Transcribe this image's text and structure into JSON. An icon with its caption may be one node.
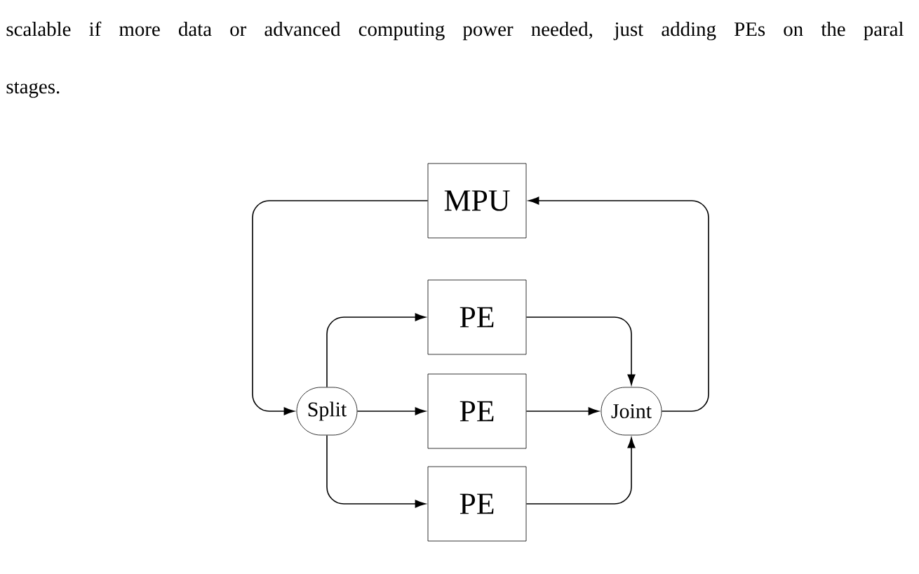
{
  "diagram": {
    "nodes": [
      {
        "text": [
          "MPU"
        ]
      },
      {
        "text": [
          "PE"
        ]
      },
      {
        "text": [
          "Split"
        ]
      },
      {
        "text": [
          "PE"
        ]
      },
      {
        "text": [
          "Joint"
        ]
      },
      {
        "text": [
          "PE"
        ]
      }
    ],
    "edges": [
      {
        "from": 0,
        "to": 2,
        "arrow": "to"
      },
      {
        "from": 4,
        "to": 0,
        "arrow": "to"
      },
      {
        "from": 2,
        "to": 1,
        "arrow": "to"
      },
      {
        "from": 2,
        "to": 3,
        "arrow": "to"
      },
      {
        "from": 2,
        "to": 5,
        "arrow": "to"
      },
      {
        "from": 1,
        "to": 4,
        "arrow": "to"
      },
      {
        "from": 3,
        "to": 4,
        "arrow": "to"
      },
      {
        "from": 5,
        "to": 4,
        "arrow": "to"
      }
    ],
    "labels": [
      "scalable if more data or advanced computing power needed, just adding PEs on the paral",
      "stages."
    ]
  }
}
